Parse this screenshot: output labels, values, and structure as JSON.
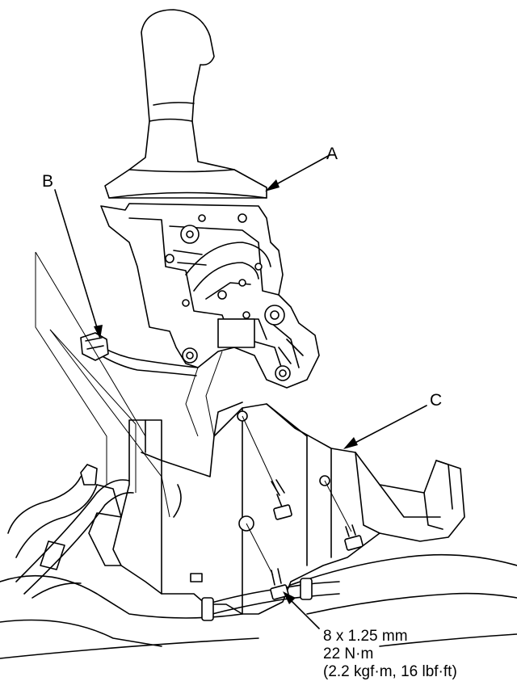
{
  "callouts": {
    "a": "A",
    "b": "B",
    "c": "C"
  },
  "bolt_spec": {
    "size": "8 x 1.25 mm",
    "torque_nm": "22 N·m",
    "torque_alt": "(2.2 kgf·m, 16 lbf·ft)"
  }
}
